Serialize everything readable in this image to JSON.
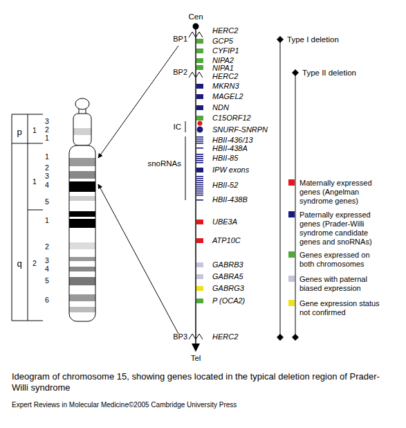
{
  "diagram": {
    "caption": "Ideogram of chromosome 15, showing genes located in the typical deletion region of Prader-Willi syndrome",
    "labels": [
      "Cen",
      "BP1",
      "BP2",
      "BP3",
      "Tel",
      "HERC2",
      "GCP5",
      "CYFIP1",
      "NIPA2",
      "NIPA1",
      "HERC2",
      "MKRN3",
      "MAGEL2",
      "NDN",
      "C15ORF12",
      "IC",
      "SNURF-SNRPN",
      "HBII-436/13",
      "HBII-438A",
      "HBII-85",
      "snoRNAs",
      "IPW exons",
      "HBII-52",
      "HBII-438B",
      "UBE3A",
      "ATP10C",
      "GABRB3",
      "GABRA5",
      "GABRG3",
      "P (OCA2)",
      "HERC2",
      "Type I deletion",
      "Type II deletion",
      "p",
      "q",
      "1",
      "3",
      "2",
      "1",
      "1",
      "1",
      "2",
      "3",
      "4",
      "5",
      "2",
      "1",
      "2",
      "3",
      "4",
      "5",
      "6",
      "Expert Reviews in Molecular Medicine©2005 Cambridge University Press"
    ],
    "legend": [
      {
        "text": "Maternally expressed genes (Angelman syndrome genes)",
        "color": "#e4181c"
      },
      {
        "text": "Paternally expressed genes (Prader-Willi syndrome candidate genes and snoRNAs)",
        "color": "#1b1b7d"
      },
      {
        "text": "Genes expressed on both chromosomes",
        "color": "#52a839"
      },
      {
        "text": "Genes with paternal biased expression",
        "color": "#c5c4de"
      },
      {
        "text": "Gene expression status not confirmed",
        "color": "#efe21a"
      }
    ]
  }
}
